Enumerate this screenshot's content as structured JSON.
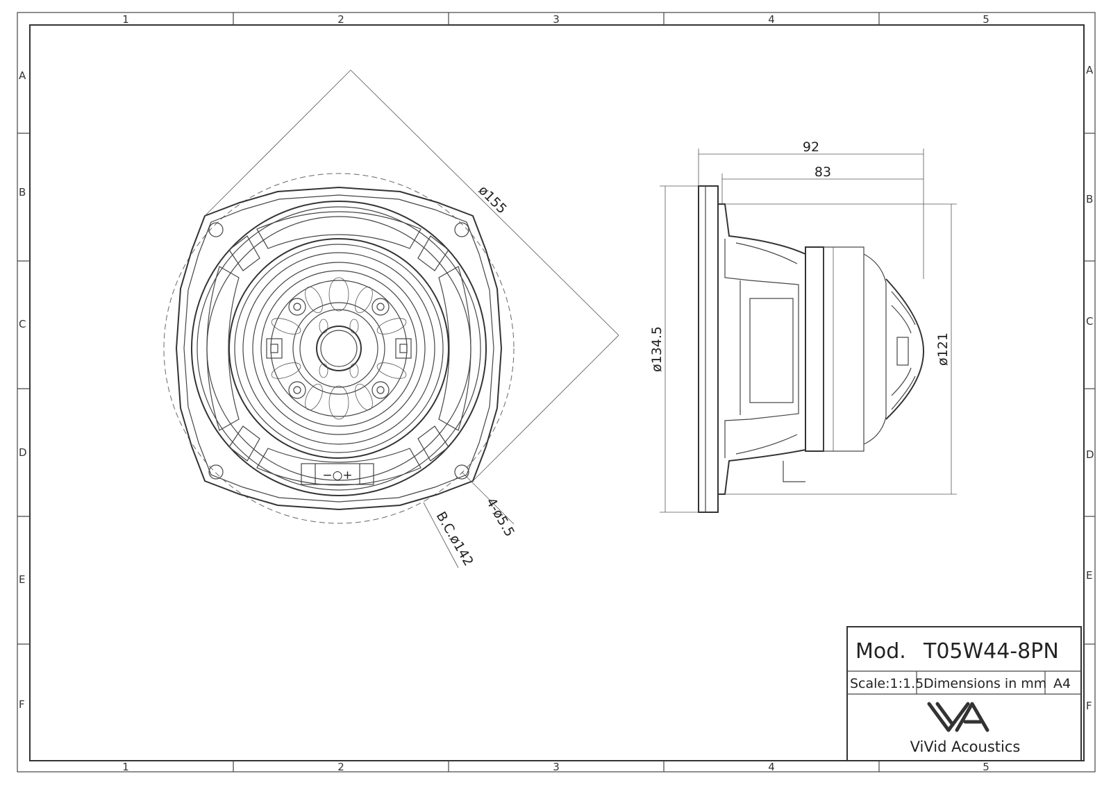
{
  "zones": {
    "columns": [
      "1",
      "2",
      "3",
      "4",
      "5"
    ],
    "rows": [
      "A",
      "B",
      "C",
      "D",
      "E",
      "F"
    ]
  },
  "dimensions": {
    "front_diagonal": "ø155",
    "mounting_holes": "4-ø5.5",
    "bolt_circle": "B.C.ø142",
    "overall_depth": "92",
    "motor_depth": "83",
    "flange_height": "ø134.5",
    "basket_diameter": "ø121"
  },
  "polarity_label": "−○+",
  "title_block": {
    "model_prefix": "Mod.",
    "model": "T05W44-8PN",
    "scale": "Scale:1:1.5",
    "units": "Dimensions in mm",
    "paper": "A4",
    "company": "ViVid Acoustics"
  }
}
